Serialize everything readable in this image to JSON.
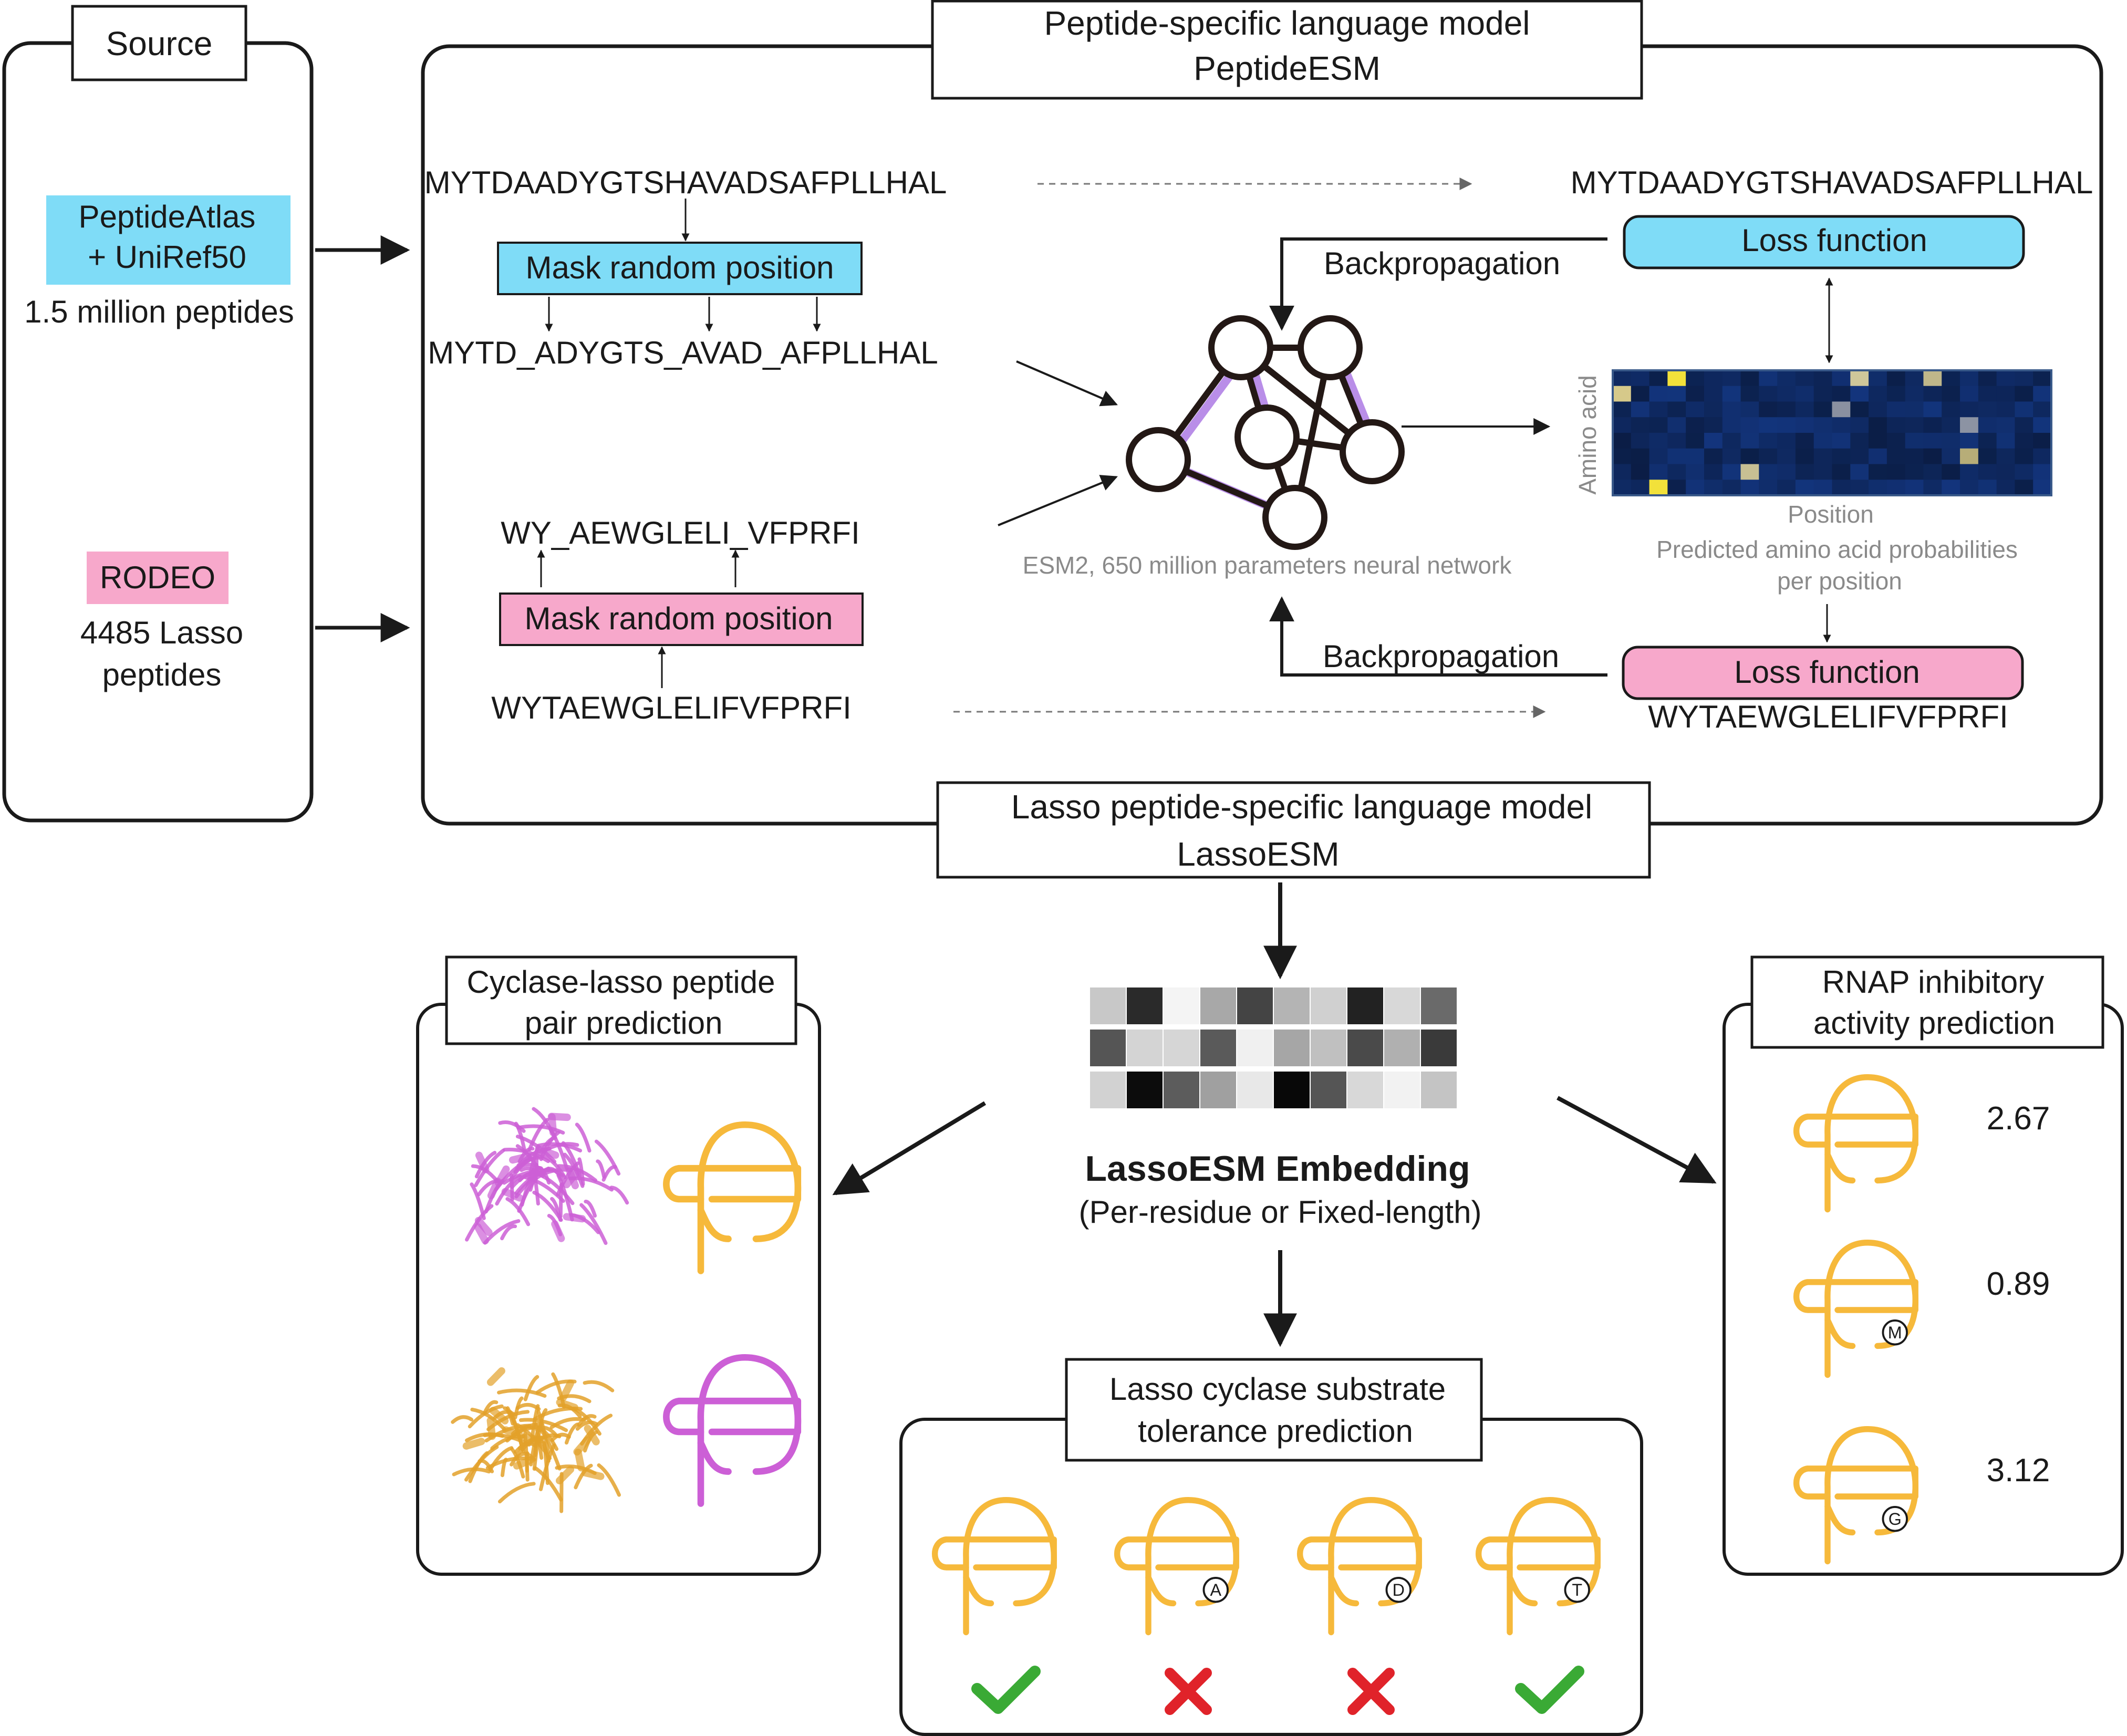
{
  "colors": {
    "cyan": "#7fdcf7",
    "pink": "#f7a8cb",
    "lasso": "#f6b93b",
    "magenta": "#cc5fd6",
    "gold": "#e3a12a",
    "edge_purple": "#b98ee8",
    "check": "#3aaa35",
    "cross": "#e0232a",
    "heatmap_bg": "#0e2f66",
    "heatmap_hi": "#f2e13a"
  },
  "source": {
    "title": "Source",
    "db1_line1": "PeptideAtlas",
    "db1_line2": "+ UniRef50",
    "db1_count": "1.5 million peptides",
    "db2_label": "RODEO",
    "db2_line1": "4485 Lasso",
    "db2_line2": "peptides"
  },
  "peptide_model": {
    "title_line1": "Peptide-specific language model",
    "title_line2": "PeptideESM",
    "seq_original": "MYTDAADYGTSHAVADSAFPLLHAL",
    "mask_label": "Mask random position",
    "seq_masked": "MYTD_ADYGTS_AVAD_AFPLLHAL",
    "seq_target": "MYTDAADYGTSHAVADSAFPLLHAL",
    "loss_label": "Loss function",
    "backprop_label": "Backpropagation"
  },
  "lasso_branch": {
    "seq_masked": "WY_AEWGLELI_VFPRFI",
    "mask_label": "Mask random position",
    "seq_original": "WYTAEWGLELIFVFPRFI",
    "loss_label": "Loss function",
    "backprop_label": "Backpropagation",
    "seq_target": "WYTAEWGLELIFVFPRFI"
  },
  "network": {
    "caption": "ESM2, 650 million parameters neural network"
  },
  "prediction_heatmap": {
    "ylabel": "Amino acid",
    "xlabel": "Position",
    "caption_line1": "Predicted amino acid probabilities",
    "caption_line2": "per position"
  },
  "lasso_model": {
    "title_line1": "Lasso peptide-specific language model",
    "title_line2": "LassoESM"
  },
  "embedding": {
    "title": "LassoESM Embedding",
    "subtitle": "(Per-residue or Fixed-length)"
  },
  "cyclase_pair": {
    "title_line1": "Cyclase-lasso peptide",
    "title_line2": "pair prediction"
  },
  "substrate_tolerance": {
    "title_line1": "Lasso cyclase substrate",
    "title_line2": "tolerance prediction",
    "variants": [
      {
        "mutation": "",
        "accepted": true
      },
      {
        "mutation": "A",
        "accepted": false
      },
      {
        "mutation": "D",
        "accepted": false
      },
      {
        "mutation": "T",
        "accepted": true
      }
    ]
  },
  "rnap": {
    "title_line1": "RNAP inhibitory",
    "title_line2": "activity prediction",
    "variants": [
      {
        "mutation": "",
        "value": "2.67"
      },
      {
        "mutation": "M",
        "value": "0.89"
      },
      {
        "mutation": "G",
        "value": "3.12"
      }
    ]
  }
}
